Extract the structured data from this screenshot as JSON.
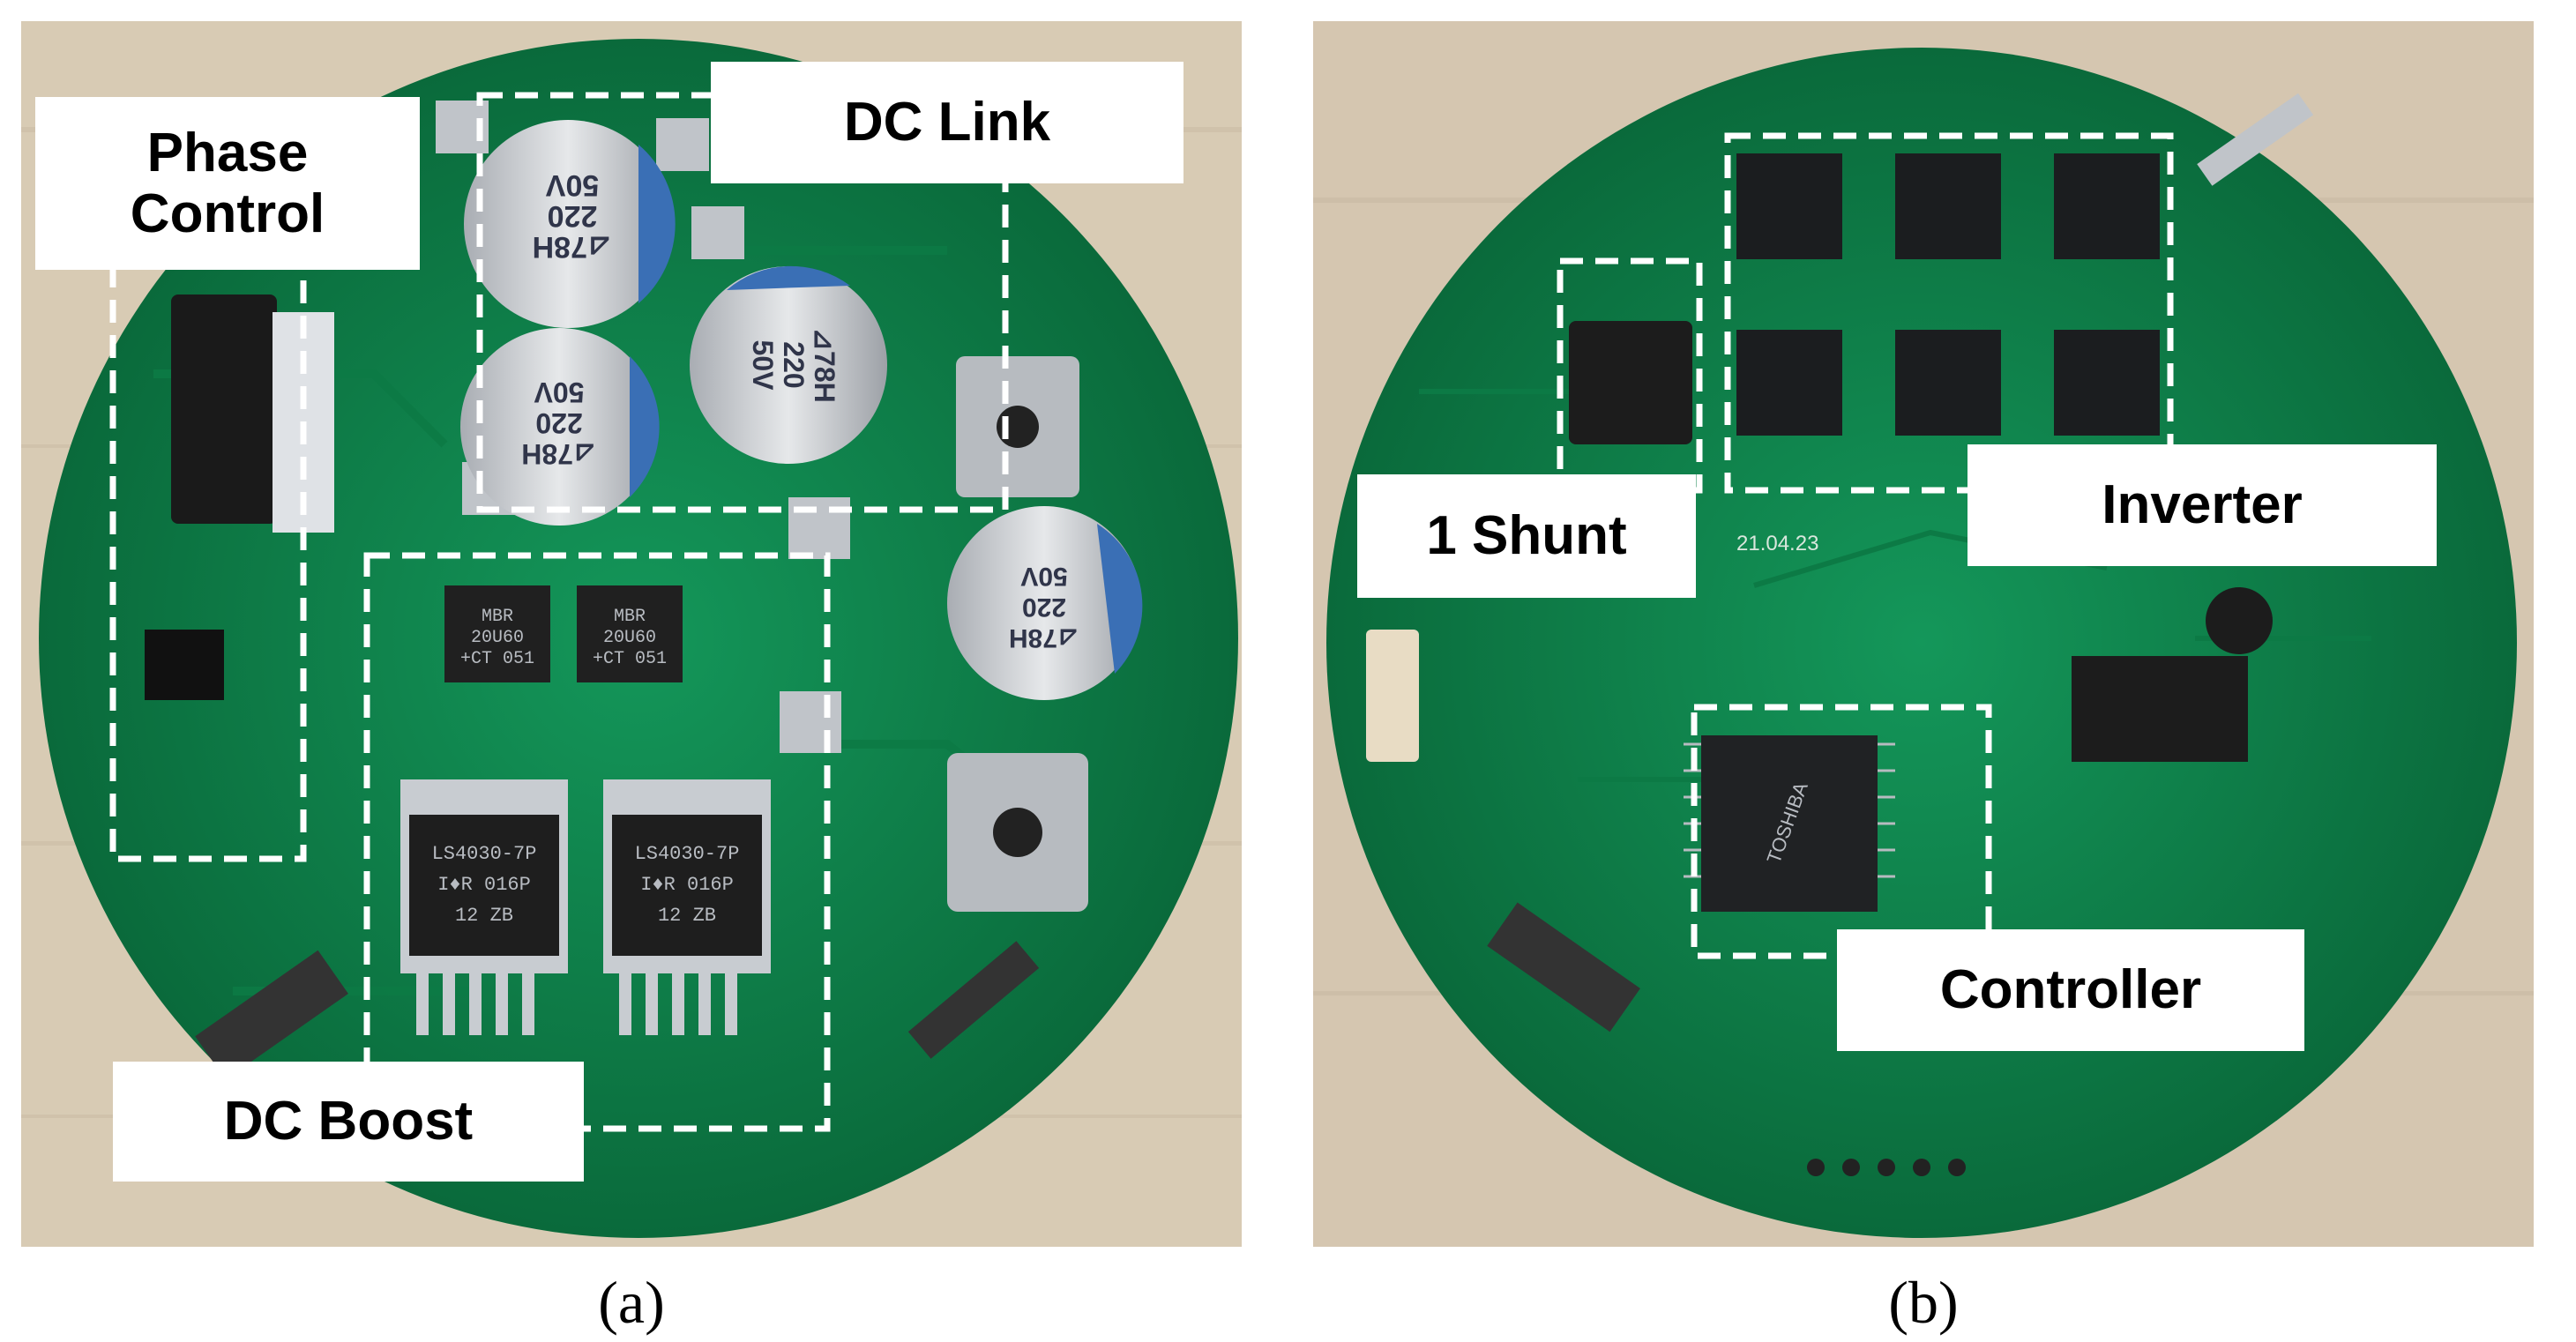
{
  "figure": {
    "panel_a": {
      "caption": "(a)",
      "labels": {
        "phase_control": "Phase\nControl",
        "dc_link": "DC Link",
        "dc_boost": "DC Boost"
      },
      "component_markings": {
        "capacitor": [
          "⊿78H",
          "220",
          "50V"
        ],
        "diode_1": [
          "MBR",
          "20U60",
          "+CT 051"
        ],
        "diode_2": [
          "MBR",
          "20U60",
          "+CT 051"
        ],
        "mosfet_1": [
          "LS4030-7P",
          "I♦R  016P",
          "12   ZB"
        ],
        "mosfet_2": [
          "LS4030-7P",
          "I♦R  016P",
          "12   ZB"
        ]
      }
    },
    "panel_b": {
      "caption": "(b)",
      "labels": {
        "one_shunt": "1 Shunt",
        "inverter": "Inverter",
        "controller": "Controller"
      },
      "component_markings": {
        "mcu": "TOSHIBA",
        "silk_text": "21.04.23"
      }
    },
    "colors": {
      "pcb_green": "#0f8a4f",
      "pcb_dark": "#0a6a3b",
      "tabletop": "#d8cbb4",
      "capacitor_body": "#c9ccd1",
      "capacitor_sleeve": "#3a6fb5",
      "box_dash": "#ffffff"
    }
  }
}
